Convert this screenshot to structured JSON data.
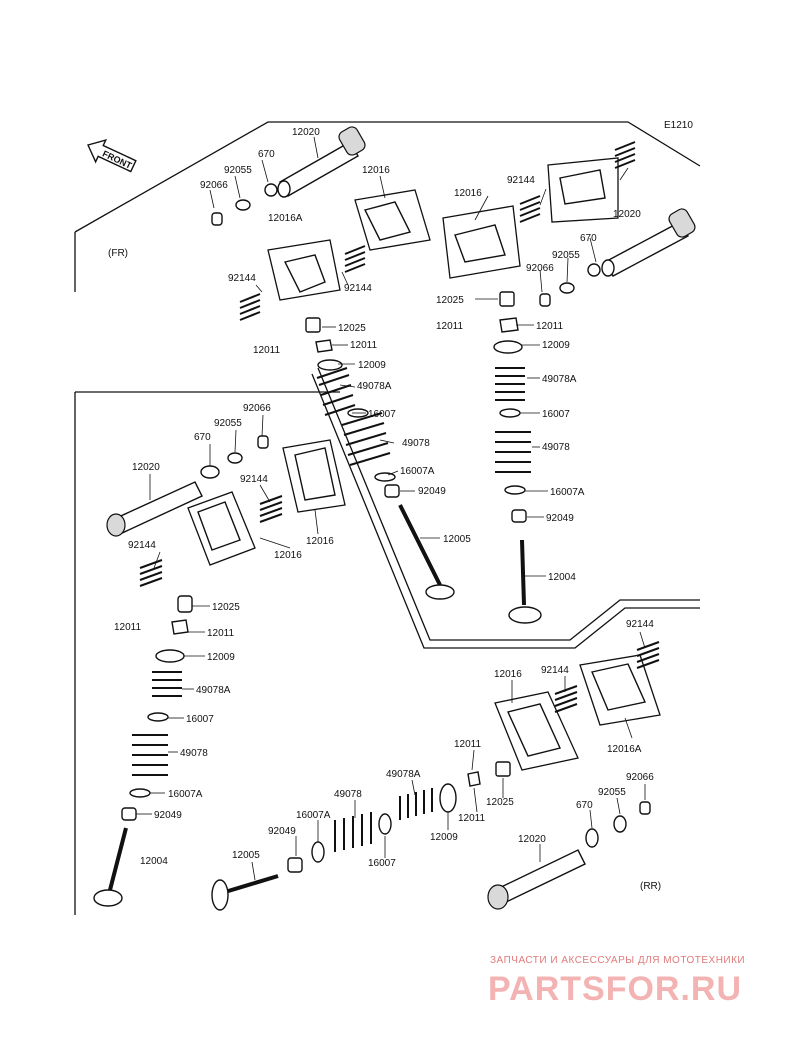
{
  "diagram_code": "E1210",
  "front_arrow_text": "FRONT",
  "section_labels": {
    "front": "(FR)",
    "rear": "(RR)"
  },
  "watermark": {
    "caption": "ЗАПЧАСТИ И АКСЕССУАРЫ ДЛЯ МОТОТЕХНИКИ",
    "brand": "PARTSFOR.RU"
  },
  "callouts": [
    "12020",
    "670",
    "92055",
    "92066",
    "12016A",
    "12016",
    "12016",
    "92144",
    "92144",
    "92144",
    "12020",
    "670",
    "92055",
    "92066",
    "12025",
    "12011",
    "12011",
    "12009",
    "49078A",
    "16007",
    "49078",
    "16007A",
    "92049",
    "12005",
    "12025",
    "12011",
    "12011",
    "12009",
    "49078A",
    "16007",
    "49078",
    "16007A",
    "92049",
    "12004",
    "92066",
    "92055",
    "670",
    "12020",
    "92144",
    "12016",
    "12016",
    "92144",
    "12025",
    "12011",
    "12011",
    "12009",
    "49078A",
    "16007",
    "49078",
    "16007A",
    "92049",
    "12004",
    "92144",
    "92144",
    "12016",
    "12016A",
    "12011",
    "12025",
    "12011",
    "49078A",
    "12009",
    "49078",
    "16007",
    "16007A",
    "92049",
    "12005",
    "92066",
    "92055",
    "670",
    "12020"
  ]
}
